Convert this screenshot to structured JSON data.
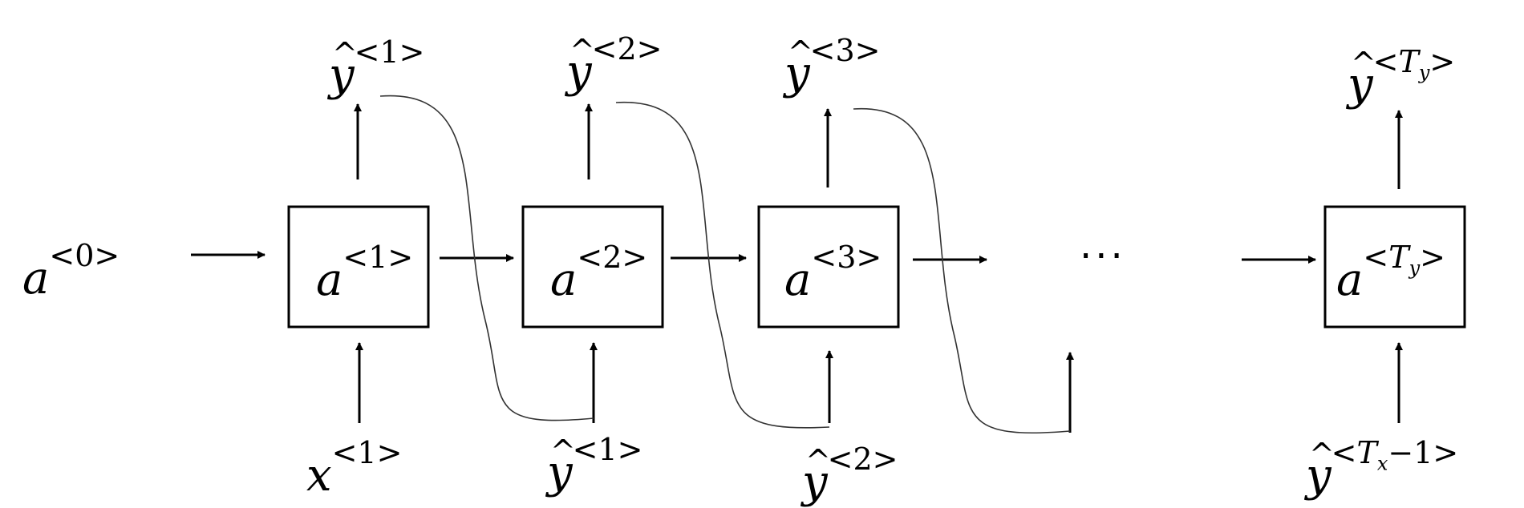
{
  "a0": {
    "base": "a",
    "sup": "<0>"
  },
  "cells": [
    {
      "base": "a",
      "sup": "<1>"
    },
    {
      "base": "a",
      "sup": "<2>"
    },
    {
      "base": "a",
      "sup": "<3>"
    },
    {
      "base": "a",
      "sup_open": "<",
      "sup_var": "T",
      "sup_sub": "y",
      "sup_close": ">"
    }
  ],
  "outputs": [
    {
      "base": "y",
      "sup": "<1>"
    },
    {
      "base": "y",
      "sup": "<2>"
    },
    {
      "base": "y",
      "sup": "<3>"
    },
    {
      "base": "y",
      "sup_open": "<",
      "sup_var": "T",
      "sup_sub": "y",
      "sup_close": ">"
    }
  ],
  "inputs": [
    {
      "base": "x",
      "sup": "<1>"
    },
    {
      "base": "y",
      "sup": "<1>"
    },
    {
      "base": "y",
      "sup": "<2>"
    },
    {
      "base": "y",
      "sup_open": "<",
      "sup_var": "T",
      "sup_sub": "x",
      "sup_close": "−1>"
    }
  ],
  "ellipsis": "···"
}
